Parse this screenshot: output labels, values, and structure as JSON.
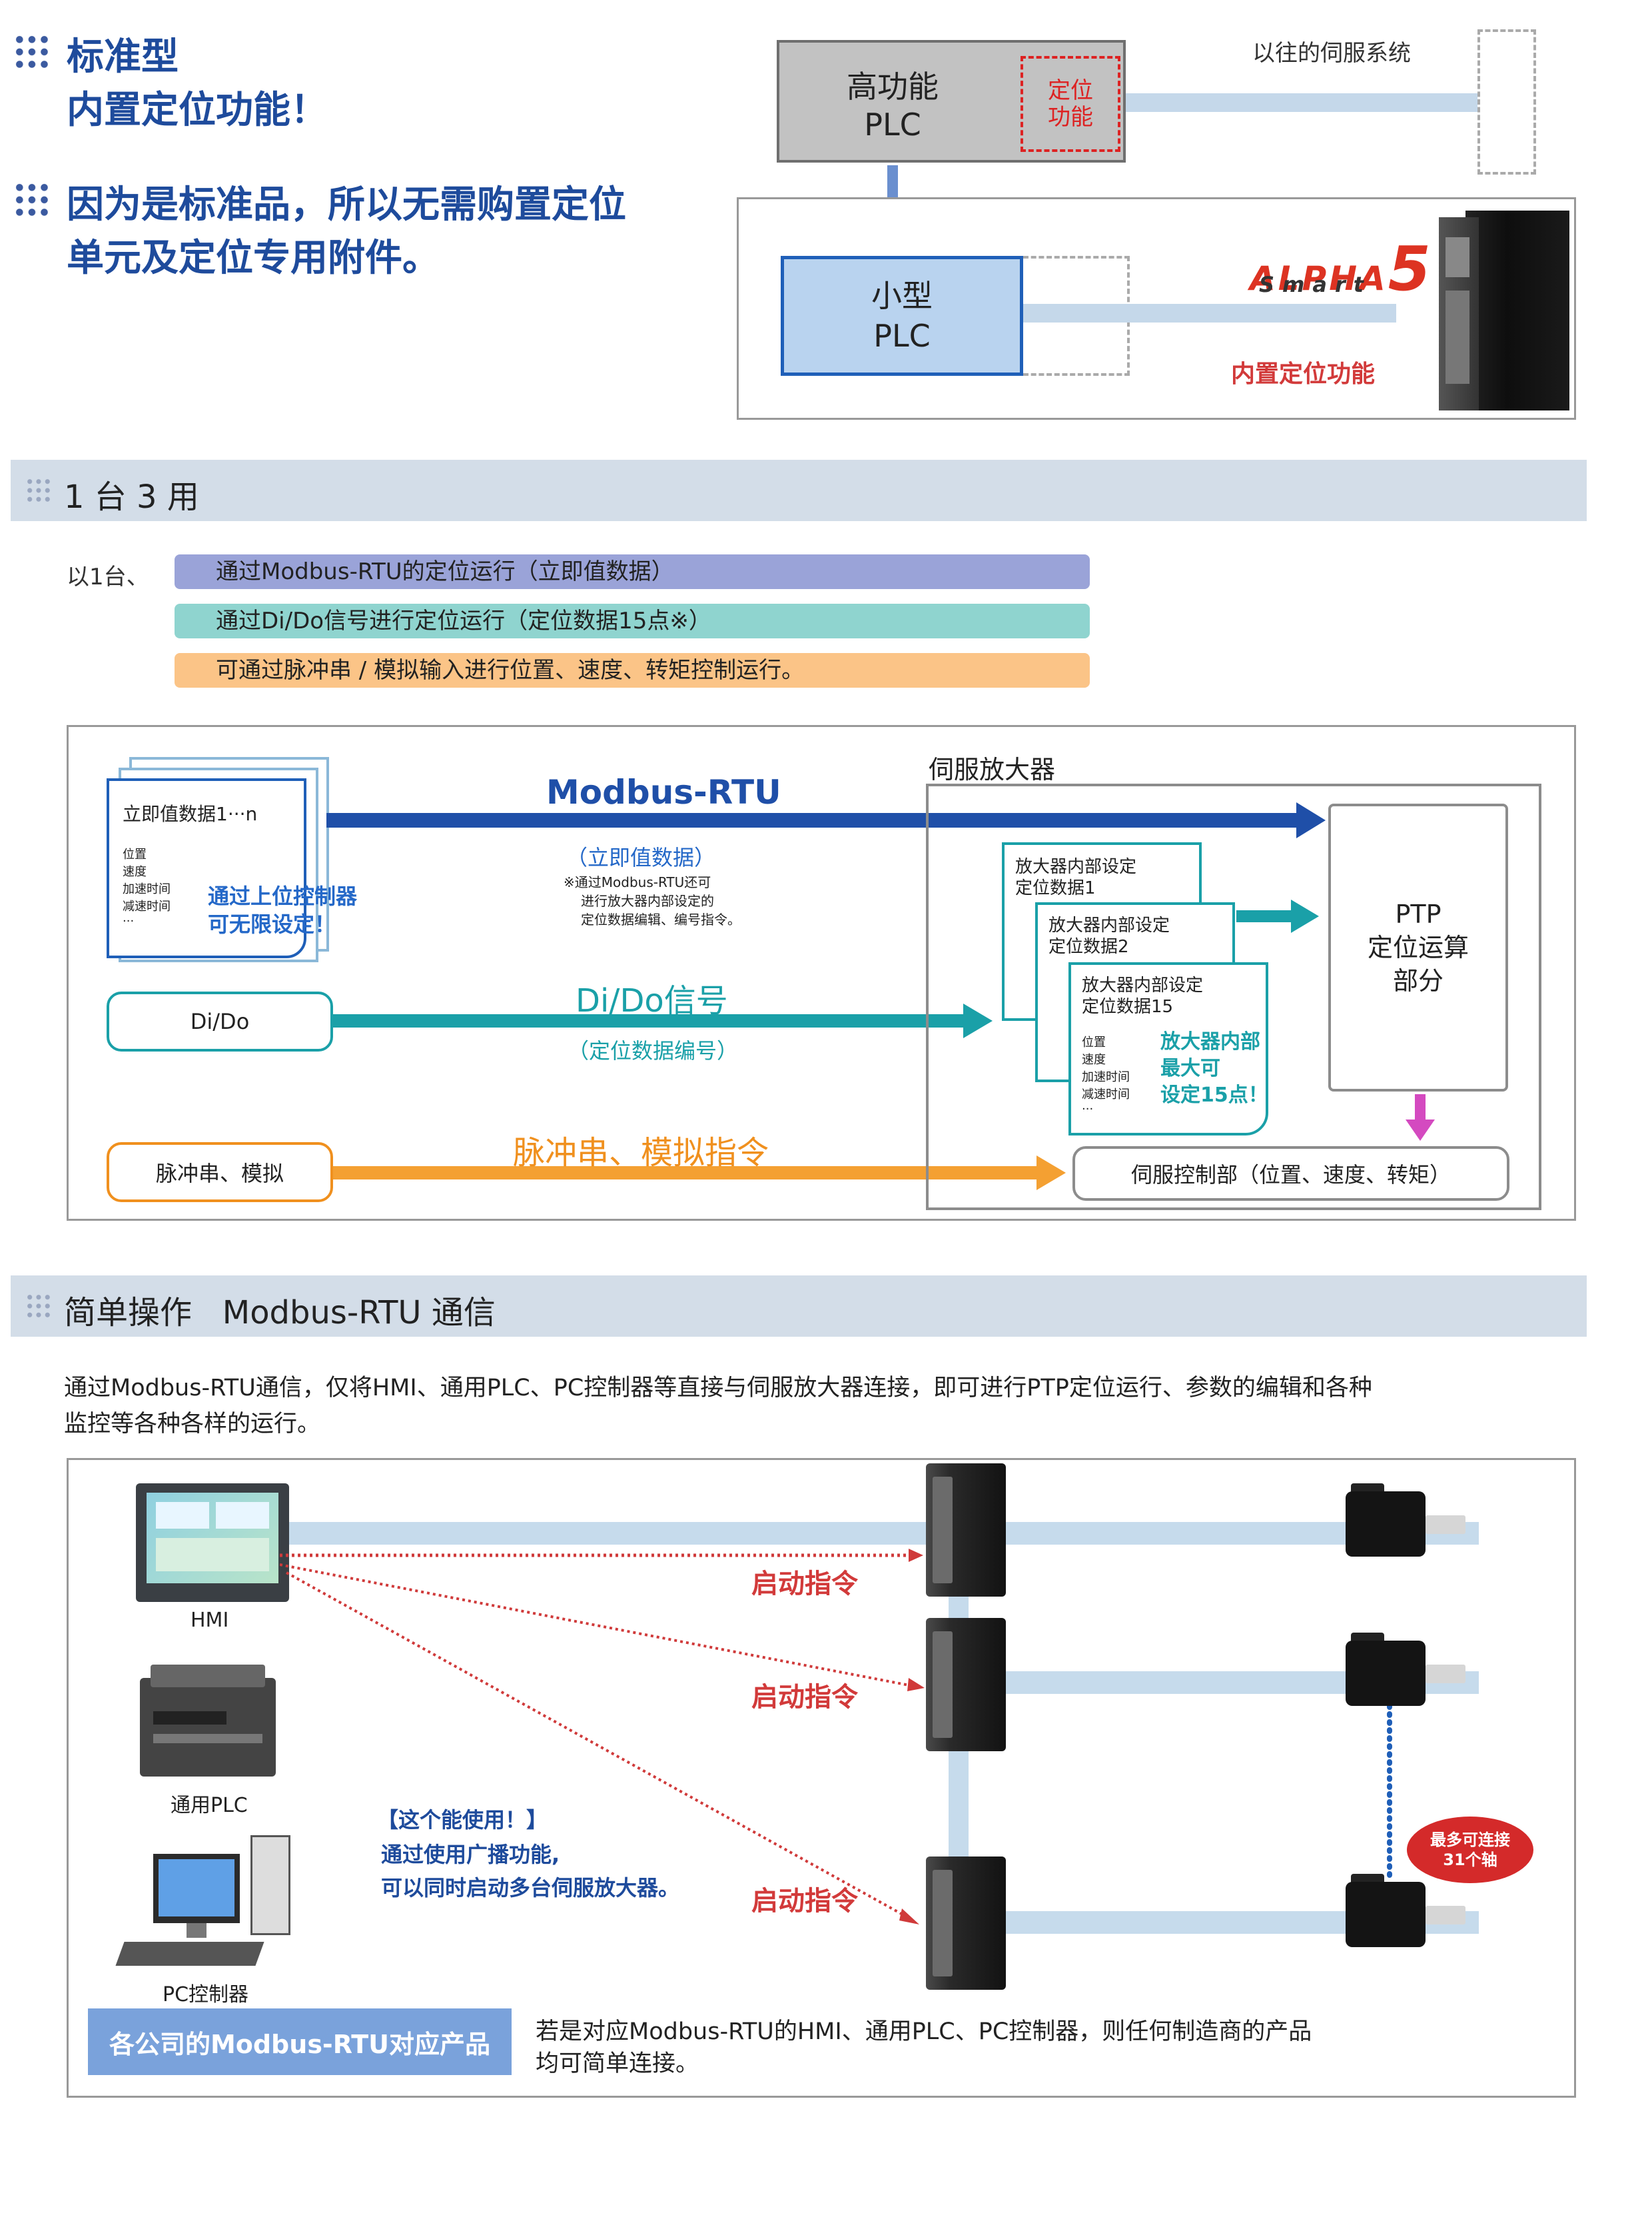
{
  "intro": {
    "line1": "标准型",
    "line2": "内置定位功能！",
    "line3": "因为是标准品，所以无需购置定位",
    "line4": "单元及定位专用附件。"
  },
  "top_diagram": {
    "high_plc": {
      "line1": "高功能",
      "line2": "PLC"
    },
    "position_func": {
      "line1": "定位",
      "line2": "功能"
    },
    "legacy_label": "以往的伺服系统",
    "small_plc": {
      "line1": "小型",
      "line2": "PLC"
    },
    "logo": {
      "alpha": "ALPHA",
      "num": "5",
      "smart": "Smart"
    },
    "builtin_label": "内置定位功能"
  },
  "section1": {
    "title": "1 台 3 用",
    "lead": "以1台、",
    "pills": [
      {
        "text": "通过Modbus-RTU的定位运行（立即值数据）",
        "color": "#9aa3d8"
      },
      {
        "text": "通过Di/Do信号进行定位运行（定位数据15点※）",
        "color": "#8fd4cf"
      },
      {
        "text": "可通过脉冲串 / 模拟输入进行位置、速度、转矩控制运行。",
        "color": "#fbc487"
      }
    ],
    "diagram": {
      "data_stack_title": "立即值数据1···n",
      "data_stack_items": [
        "位置",
        "速度",
        "加速时间",
        "减速时间",
        "···"
      ],
      "data_stack_note1": "通过上位控制器",
      "data_stack_note2": "可无限设定！",
      "modbus_label": "Modbus-RTU",
      "modbus_sub": "（立即值数据）",
      "modbus_note1": "※通过Modbus-RTU还可",
      "modbus_note2": "进行放大器内部设定的",
      "modbus_note3": "定位数据编辑、编号指令。",
      "dido_box": "Di/Do",
      "dido_label": "Di/Do信号",
      "dido_sub": "（定位数据编号）",
      "pulse_box": "脉冲串、模拟",
      "pulse_label": "脉冲串、模拟指令",
      "amp_title": "伺服放大器",
      "cards": [
        {
          "l1": "放大器内部设定",
          "l2": "定位数据1"
        },
        {
          "l1": "放大器内部设定",
          "l2": "定位数据2"
        },
        {
          "l1": "放大器内部设定",
          "l2": "定位数据15"
        }
      ],
      "card_items": [
        "位置",
        "速度",
        "加速时间",
        "减速时间",
        "···"
      ],
      "card_note1": "放大器内部",
      "card_note2": "最大可",
      "card_note3": "设定15点！",
      "ptp": {
        "l1": "PTP",
        "l2": "定位运算",
        "l3": "部分"
      },
      "servo_ctrl": "伺服控制部（位置、速度、转矩）"
    }
  },
  "section2": {
    "title": "简单操作   Modbus-RTU 通信",
    "desc1": "通过Modbus-RTU通信，仅将HMI、通用PLC、PC控制器等直接与伺服放大器连接，即可进行PTP定位运行、参数的编辑和各种",
    "desc2": "监控等各种各样的运行。",
    "hmi_label": "HMI",
    "plc_label": "通用PLC",
    "pc_label": "PC控制器",
    "start_cmd": "启动指令",
    "tip_title": "【这个能使用！】",
    "tip_line1": "通过使用广播功能,",
    "tip_line2": "可以同时启动多台伺服放大器。",
    "max_badge1": "最多可连接",
    "max_badge2": "31个轴",
    "footer_badge": "各公司的Modbus-RTU对应产品",
    "footer_text1": "若是对应Modbus-RTU的HMI、通用PLC、PC控制器，则任何制造商的产品",
    "footer_text2": "均可简单连接。"
  }
}
